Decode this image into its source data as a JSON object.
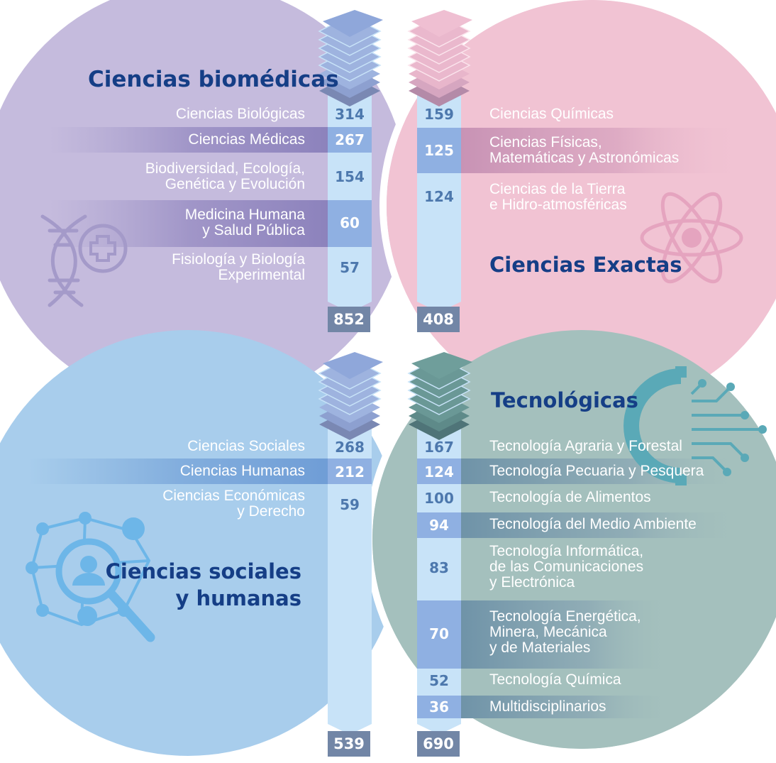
{
  "colors": {
    "biomedicas": "#c5bbdd",
    "exactas": "#f1c3d3",
    "sociales": "#a8cdec",
    "tecnologicas": "#a4c0bd",
    "column": "#c8e3f8",
    "navy": "#153e86",
    "total_box": "#7286a6"
  },
  "icons": {
    "biomedicas": "dna-plus-icon",
    "exactas": "atom-icon",
    "sociales": "people-network-search-icon",
    "tecnologicas": "gear-circuit-icon"
  },
  "biomedicas": {
    "title": "Ciencias biomédicas",
    "total": "852",
    "items": [
      {
        "label": "Ciencias Biológicas",
        "value": "314"
      },
      {
        "label": "Ciencias Médicas",
        "value": "267"
      },
      {
        "label": "Biodiversidad, Ecología,\nGenética y Evolución",
        "value": "154"
      },
      {
        "label": "Medicina Humana\ny Salud Pública",
        "value": "60"
      },
      {
        "label": "Fisiología y Biología\nExperimental",
        "value": "57"
      }
    ]
  },
  "exactas": {
    "title": "Ciencias Exactas",
    "total": "408",
    "items": [
      {
        "label": "Ciencias Químicas",
        "value": "159"
      },
      {
        "label": "Ciencias Físicas,\nMatemáticas y Astronómicas",
        "value": "125"
      },
      {
        "label": "Ciencias de la Tierra\ne Hidro-atmosféricas",
        "value": "124"
      }
    ]
  },
  "sociales": {
    "title": "Ciencias sociales\ny humanas",
    "total": "539",
    "items": [
      {
        "label": "Ciencias Sociales",
        "value": "268"
      },
      {
        "label": "Ciencias Humanas",
        "value": "212"
      },
      {
        "label": "Ciencias Económicas\ny Derecho",
        "value": "59"
      }
    ]
  },
  "tecnologicas": {
    "title": "Tecnológicas",
    "total": "690",
    "items": [
      {
        "label": "Tecnología Agraria y Forestal",
        "value": "167"
      },
      {
        "label": "Tecnología Pecuaria y Pesquera",
        "value": "124"
      },
      {
        "label": "Tecnología de Alimentos",
        "value": "100"
      },
      {
        "label": "Tecnología del Medio Ambiente",
        "value": "94"
      },
      {
        "label": "Tecnología Informática,\nde las Comunicaciones\ny Electrónica",
        "value": "83"
      },
      {
        "label": "Tecnología Energética,\nMinera, Mecánica\ny de Materiales",
        "value": "70"
      },
      {
        "label": "Tecnología Química",
        "value": "52"
      },
      {
        "label": "Multidisciplinarios",
        "value": "36"
      }
    ]
  }
}
